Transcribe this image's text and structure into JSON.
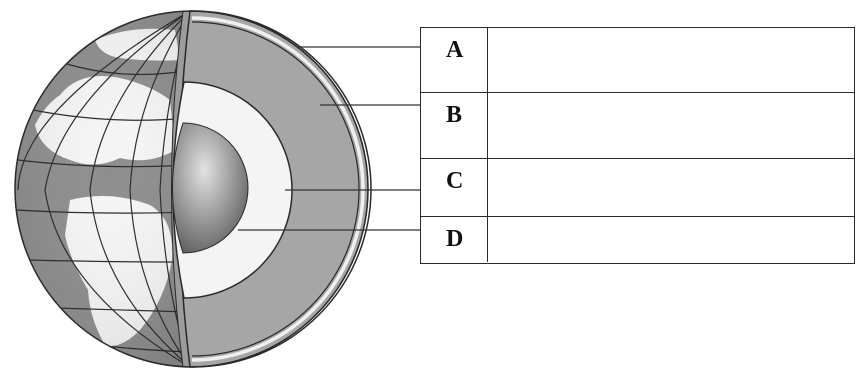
{
  "labels": [
    {
      "letter": "A"
    },
    {
      "letter": "B"
    },
    {
      "letter": "C"
    },
    {
      "letter": "D"
    }
  ],
  "colors": {
    "line": "#2a2a2a",
    "mantle": "#a6a6a6",
    "outer_core": "#f4f4f4",
    "inner_core": "#7c7c7c",
    "land": "#f5f5f5",
    "ocean": "#8e8e8e"
  }
}
